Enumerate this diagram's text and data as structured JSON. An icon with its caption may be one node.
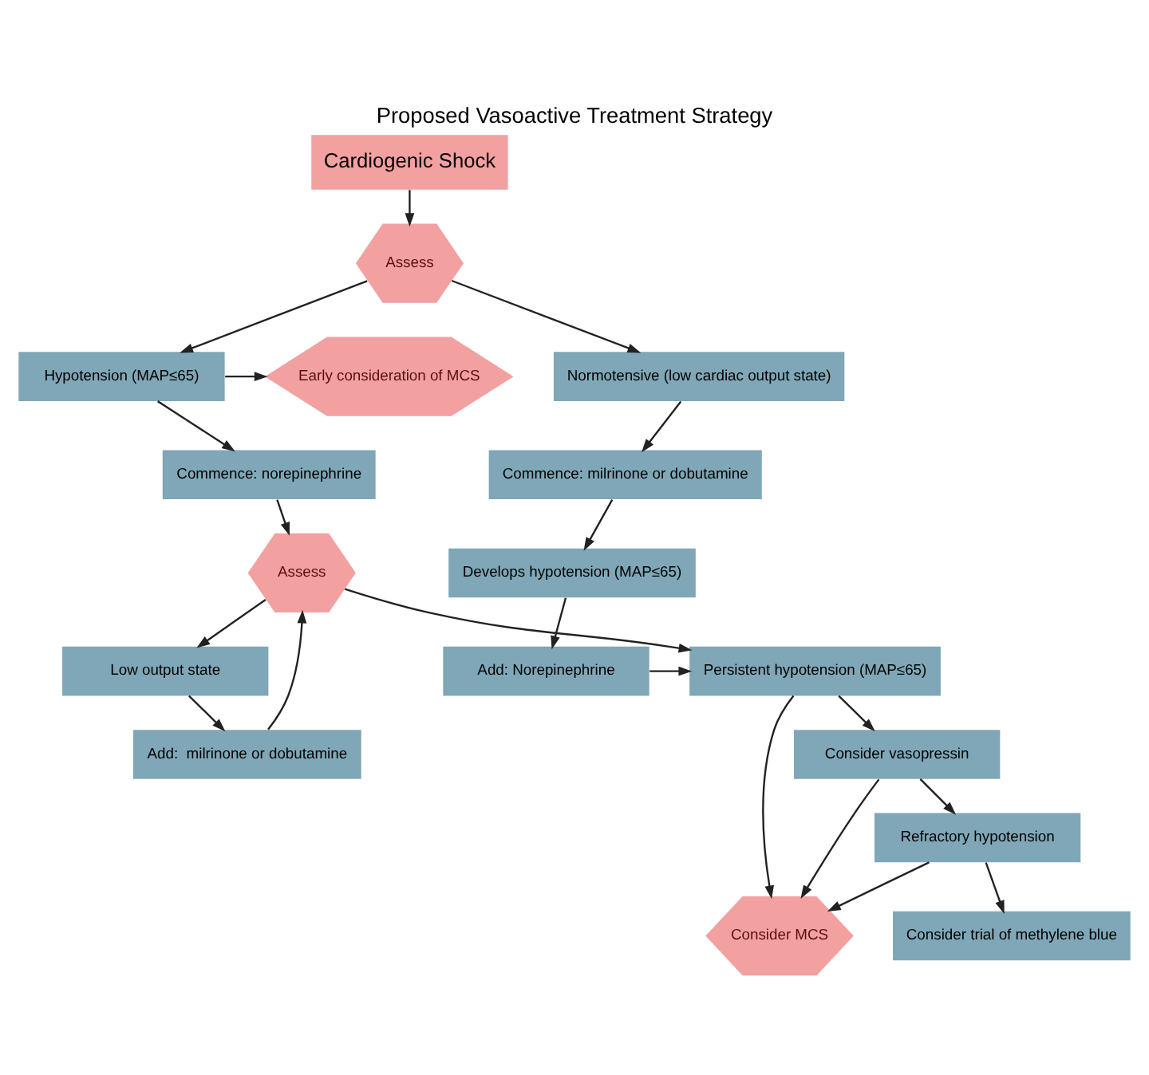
{
  "diagram": {
    "title": "Proposed Vasoactive Treatment Strategy",
    "nodes": [
      {
        "text": [
          "Cardiogenic Shock"
        ]
      },
      {
        "text": [
          "Assess"
        ]
      },
      {
        "text": [
          "Early consideration of MCS"
        ]
      },
      {
        "text": [
          "Hypotension (MAP≤65)"
        ]
      },
      {
        "text": [
          "Normotensive (low cardiac output state)"
        ]
      },
      {
        "text": [
          "Commence: norepinephrine"
        ]
      },
      {
        "text": [
          "Commence: milrinone or dobutamine"
        ]
      },
      {
        "text": [
          "Assess"
        ]
      },
      {
        "text": [
          "Develops hypotension (MAP≤65)"
        ]
      },
      {
        "text": [
          "Low output state"
        ]
      },
      {
        "text": [
          "Persistent hypotension (MAP≤65)"
        ]
      },
      {
        "text": [
          "Add: Norepinephrine"
        ]
      },
      {
        "text": [
          "Add:  milrinone or dobutamine"
        ]
      },
      {
        "text": [
          "Consider vasopressin"
        ]
      },
      {
        "text": [
          "Consider MCS"
        ]
      },
      {
        "text": [
          "Refractory hypotension"
        ]
      },
      {
        "text": [
          "Consider trial of methylene blue"
        ]
      }
    ],
    "edges": [
      {
        "from": 0,
        "to": 1,
        "arrow": "to"
      },
      {
        "from": 1,
        "to": 3,
        "arrow": "to"
      },
      {
        "from": 1,
        "to": 4,
        "arrow": "to"
      },
      {
        "from": 3,
        "to": 2,
        "arrow": "to"
      },
      {
        "from": 3,
        "to": 5,
        "arrow": "to"
      },
      {
        "from": 4,
        "to": 6,
        "arrow": "to"
      },
      {
        "from": 6,
        "to": 8,
        "arrow": "to"
      },
      {
        "from": 8,
        "to": 11,
        "arrow": "to"
      },
      {
        "from": 11,
        "to": 10,
        "arrow": "to"
      },
      {
        "from": 5,
        "to": 7,
        "arrow": "to"
      },
      {
        "from": 7,
        "to": 9,
        "arrow": "to"
      },
      {
        "from": 7,
        "to": 10,
        "arrow": "to"
      },
      {
        "from": 9,
        "to": 12,
        "arrow": "to"
      },
      {
        "from": 12,
        "to": 7,
        "arrow": "to"
      },
      {
        "from": 10,
        "to": 13,
        "arrow": "to"
      },
      {
        "from": 10,
        "to": 14,
        "arrow": "to"
      },
      {
        "from": 13,
        "to": 15,
        "arrow": "to"
      },
      {
        "from": 13,
        "to": 14,
        "arrow": "to"
      },
      {
        "from": 15,
        "to": 16,
        "arrow": "to"
      },
      {
        "from": 15,
        "to": 14,
        "arrow": "to"
      }
    ]
  }
}
